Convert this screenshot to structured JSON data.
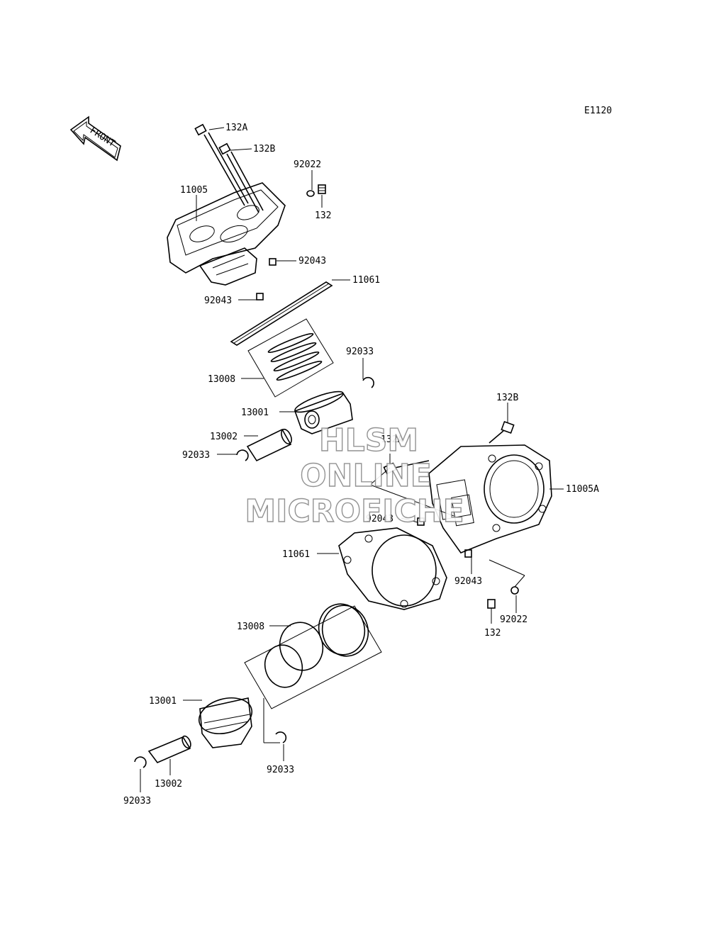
{
  "diagram": {
    "code": "E1120",
    "front_label": "FRONT",
    "watermark": [
      "HLSM",
      "ONLINE",
      "MICROFICHE"
    ],
    "callouts": {
      "top_bolt_a": "132A",
      "top_bolt_b": "132B",
      "top_washer": "92022",
      "top_cyl": "11005",
      "top_stud": "132",
      "top_dowel_1": "92043",
      "top_gasket": "11061",
      "top_dowel_2": "92043",
      "top_clip_right": "92033",
      "top_rings": "13008",
      "top_piston": "13001",
      "top_pin": "13002",
      "top_clip_left": "92033",
      "rear_bolt_b": "132B",
      "rear_bolt_a": "132A",
      "rear_cyl": "11005A",
      "rear_dowel_1": "92043",
      "rear_gasket": "11061",
      "rear_dowel_2": "92043",
      "rear_washer": "92022",
      "rear_stud": "132",
      "rear_rings": "13008",
      "rear_piston": "13001",
      "rear_clip_mid": "92033",
      "rear_pin": "13002",
      "rear_clip_left": "92033"
    }
  }
}
